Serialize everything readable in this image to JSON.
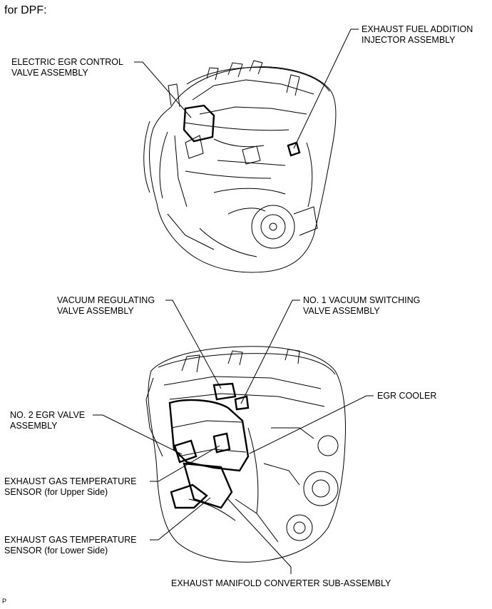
{
  "heading": "for DPF:",
  "labels": {
    "electric_egr": [
      "ELECTRIC EGR CONTROL",
      "VALVE ASSEMBLY"
    ],
    "fuel_injector": [
      "EXHAUST FUEL ADDITION",
      "INJECTOR ASSEMBLY"
    ],
    "vacuum_regulating": [
      "VACUUM REGULATING",
      "VALVE ASSEMBLY"
    ],
    "vacuum_switching": [
      "NO. 1 VACUUM SWITCHING",
      "VALVE ASSEMBLY"
    ],
    "egr_cooler": [
      "EGR COOLER"
    ],
    "no2_egr": [
      "NO. 2 EGR VALVE",
      "ASSEMBLY"
    ],
    "temp_upper": [
      "EXHAUST GAS TEMPERATURE",
      "SENSOR (for Upper Side)"
    ],
    "temp_lower": [
      "EXHAUST GAS TEMPERATURE",
      "SENSOR (for Lower Side)"
    ],
    "manifold": [
      "EXHAUST MANIFOLD CONVERTER SUB-ASSEMBLY"
    ]
  },
  "footnote": "P"
}
